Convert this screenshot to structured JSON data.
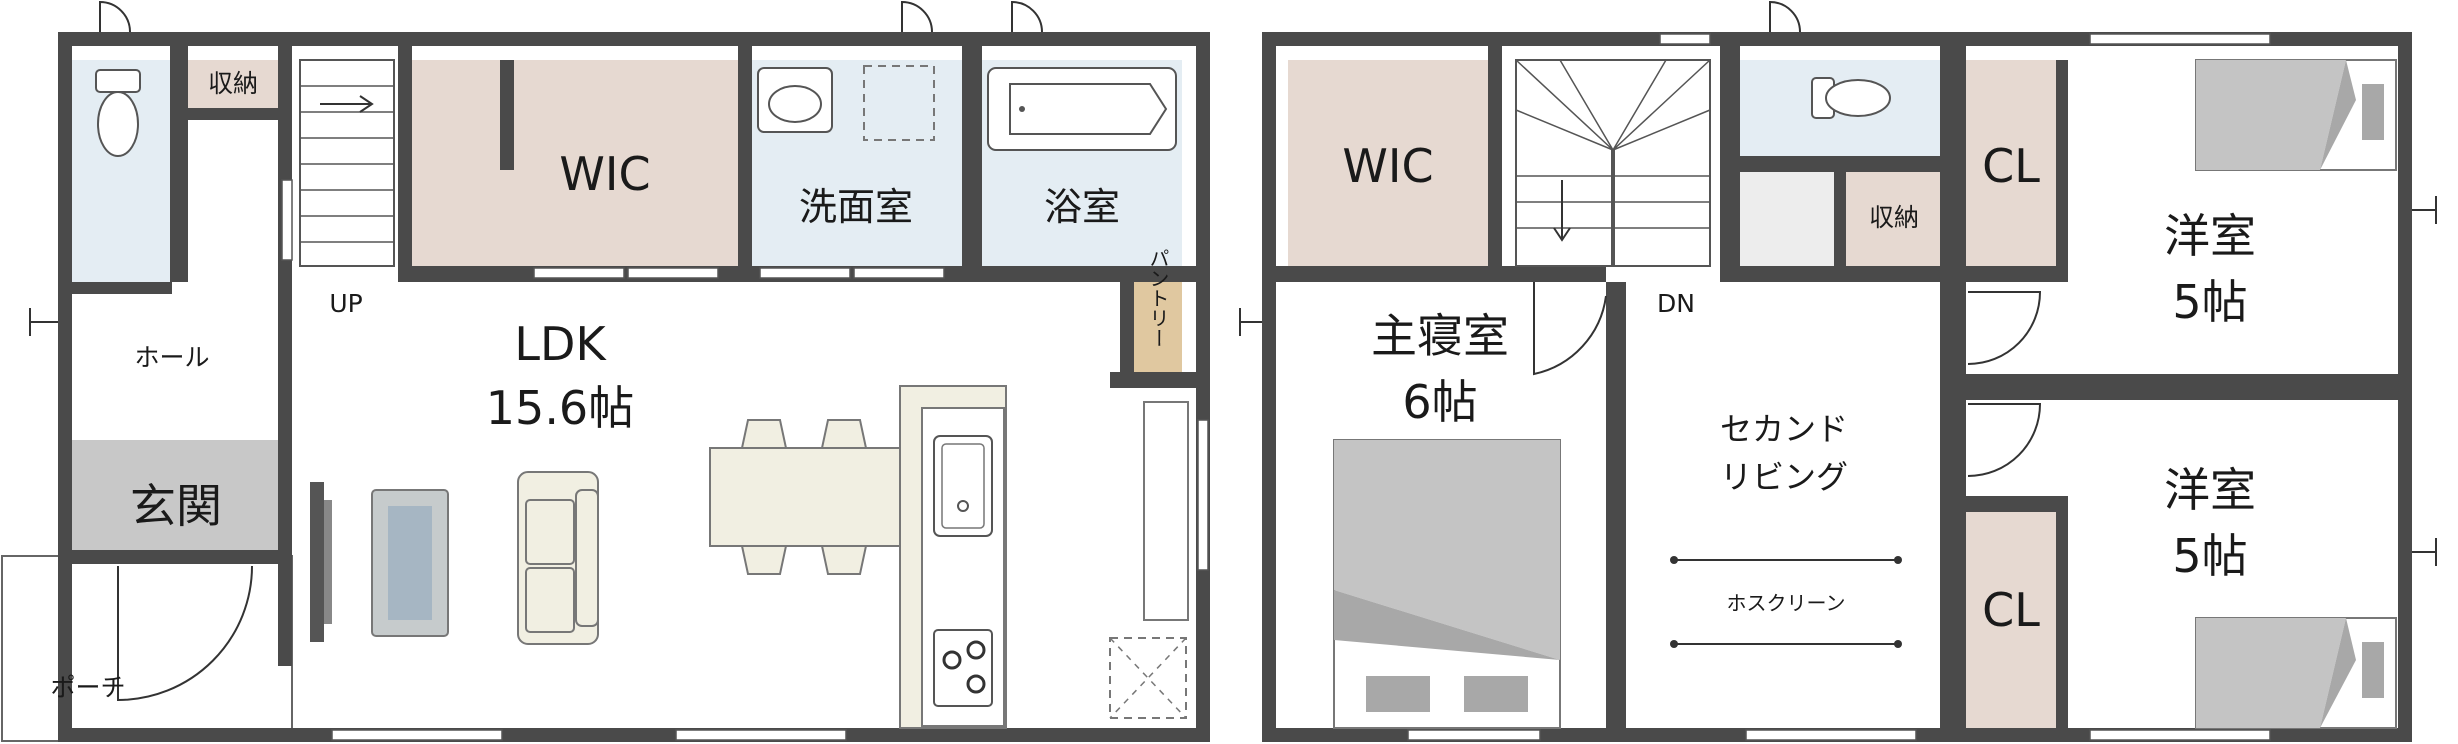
{
  "floor1": {
    "toilet_storage": "収納",
    "wic": "WIC",
    "washroom": "洗面室",
    "bathroom": "浴室",
    "pantry": "パントリー",
    "up": "UP",
    "ldk_name": "LDK",
    "ldk_size": "15.6帖",
    "hall": "ホール",
    "genkan": "玄関",
    "porch": "ポーチ"
  },
  "floor2": {
    "wic": "WIC",
    "dn": "DN",
    "storage": "収納",
    "cl_top": "CL",
    "cl_bottom": "CL",
    "western_top_name": "洋室",
    "western_top_size": "5帖",
    "western_bottom_name": "洋室",
    "western_bottom_size": "5帖",
    "master_name": "主寝室",
    "master_size": "6帖",
    "second_living_line1": "セカンド",
    "second_living_line2": "リビング",
    "hoscreen": "ホスクリーン"
  },
  "colors": {
    "wall": "#4a4a4a",
    "wic": "#e6d9d1",
    "wet_area": "#e4edf3",
    "genkan": "#c8c8c8",
    "pantry": "#e0c8a0",
    "furniture": "#f1efe2"
  }
}
